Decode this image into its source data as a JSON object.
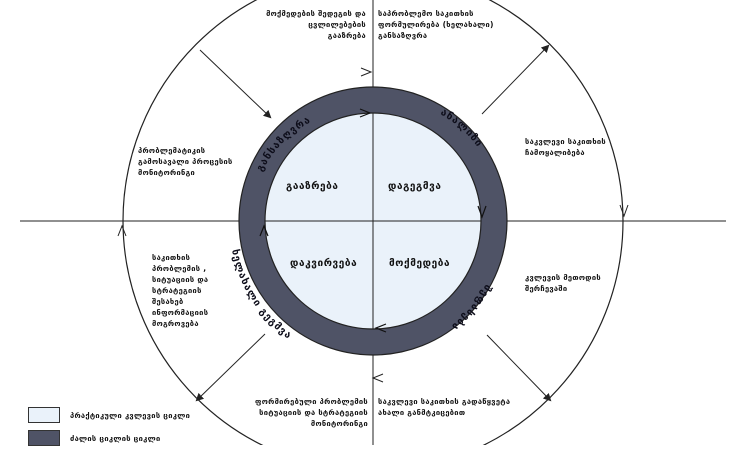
{
  "colors": {
    "inner_fill": "#eaf2fa",
    "ring_fill": "#4f5366",
    "outer_line": "#222222",
    "ring_text": "#0d0d1a"
  },
  "quadrants": {
    "top_left": "გააზრება",
    "top_right": "დაგეგმვა",
    "bottom_left": "დაკვირვება",
    "bottom_right": "მოქმედება"
  },
  "ring_labels": {
    "top_left": "განსაზღვრა",
    "top_right": "ანალიზი",
    "bottom_right": "შეფასება",
    "bottom_left": "ხელახალი გეგმვა"
  },
  "annotations": {
    "top_center_left": [
      "მოქმედების შედეგის და",
      "ცვლილებების",
      "გააზრება"
    ],
    "top_center_right": [
      "საპრობლემო საკითხის",
      "ფორმულირება (ხელახალი)",
      "განსაზღვრა"
    ],
    "left_upper": [
      "პრობლემატიკის",
      "გამოსავალი პროცესის",
      "მონიტორინგი"
    ],
    "left_lower": [
      "საკითხის",
      "პრობლემის ,",
      "სიტუაციის და",
      "სტრატეგიის",
      "შესახებ",
      "ინფორმაციის",
      "მოგროვება"
    ],
    "right_upper": [
      "საკვლევი საკითხის",
      "ჩამოყალიბება"
    ],
    "right_lower": [
      "კვლევის მეთოდის",
      "შერჩევაში"
    ],
    "bottom_center_left": [
      "ფორმირებული პრობლემის",
      "სიტუაციის და სტრატეგიის",
      "მონიტორინგი"
    ],
    "bottom_center_right": [
      "საკვლევი საკითხის გადაწყვეტა",
      "ახალი განმტკიცებით"
    ]
  },
  "legend": [
    {
      "label": "პრაქტიკული კვლევის ციკლი",
      "color": "#eaf2fa"
    },
    {
      "label": "ძალის ციკლის ციკლი",
      "color": "#4f5366"
    }
  ]
}
